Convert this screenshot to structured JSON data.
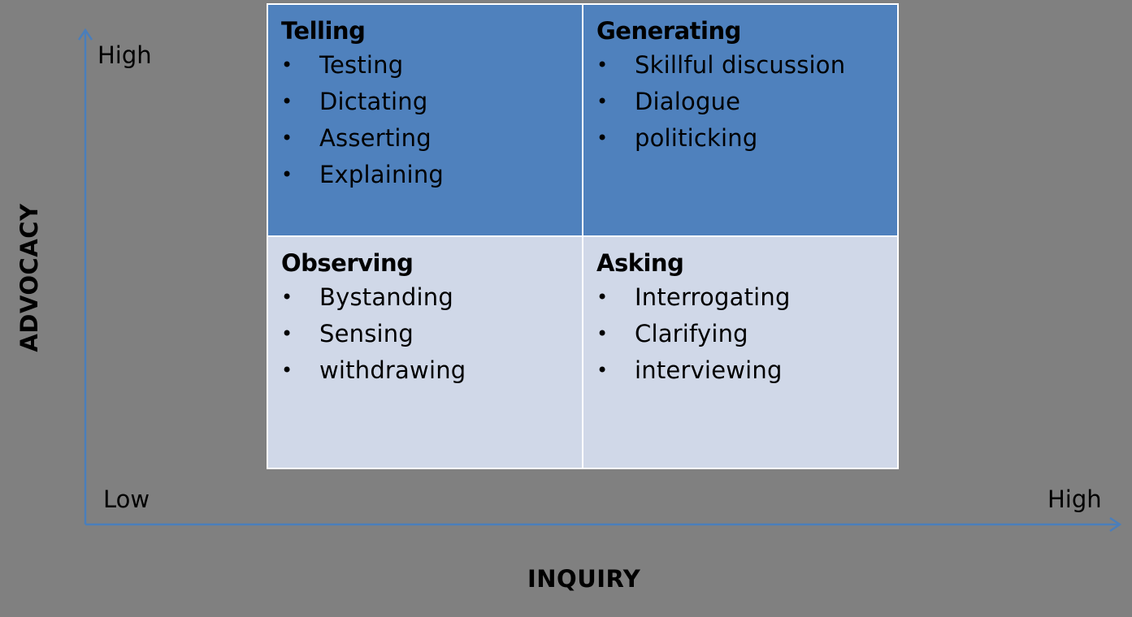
{
  "diagram": {
    "y_axis": {
      "title": "ADVOCACY",
      "high_label": "High"
    },
    "x_axis": {
      "title": "INQUIRY",
      "low_label": "Low",
      "high_label": "High"
    },
    "colors": {
      "background": "#808080",
      "top_cells": "#4f81bd",
      "bottom_cells": "#d0d8e8",
      "grid_border": "#ffffff",
      "axis_lines": "#4a7ebb"
    },
    "quadrants": [
      {
        "position": "top-left",
        "title": "Telling",
        "items": [
          "Testing",
          "Dictating",
          "Asserting",
          "Explaining"
        ]
      },
      {
        "position": "top-right",
        "title": "Generating",
        "items": [
          "Skillful discussion",
          "Dialogue",
          "politicking"
        ]
      },
      {
        "position": "bottom-left",
        "title": "Observing",
        "items": [
          "Bystanding",
          "Sensing",
          "withdrawing"
        ]
      },
      {
        "position": "bottom-right",
        "title": "Asking",
        "items": [
          "Interrogating",
          "Clarifying",
          "interviewing"
        ]
      }
    ],
    "bullet_glyph": "•"
  }
}
